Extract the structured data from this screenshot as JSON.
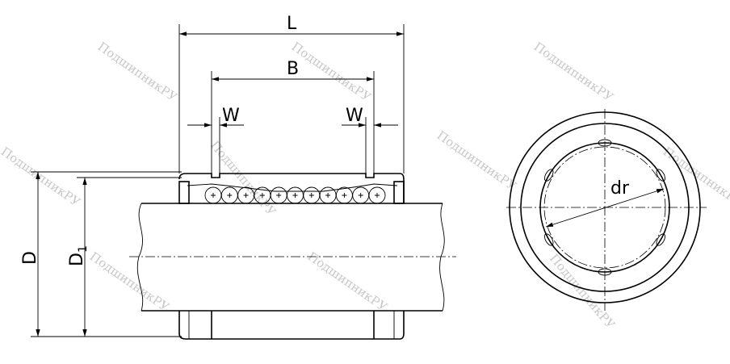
{
  "labels": {
    "L": "L",
    "B": "B",
    "W_left": "W",
    "W_right": "W",
    "D": "D",
    "D1_main": "D",
    "D1_sub": "1",
    "dr": "dr"
  },
  "watermark": "ПодшипникРУ"
}
